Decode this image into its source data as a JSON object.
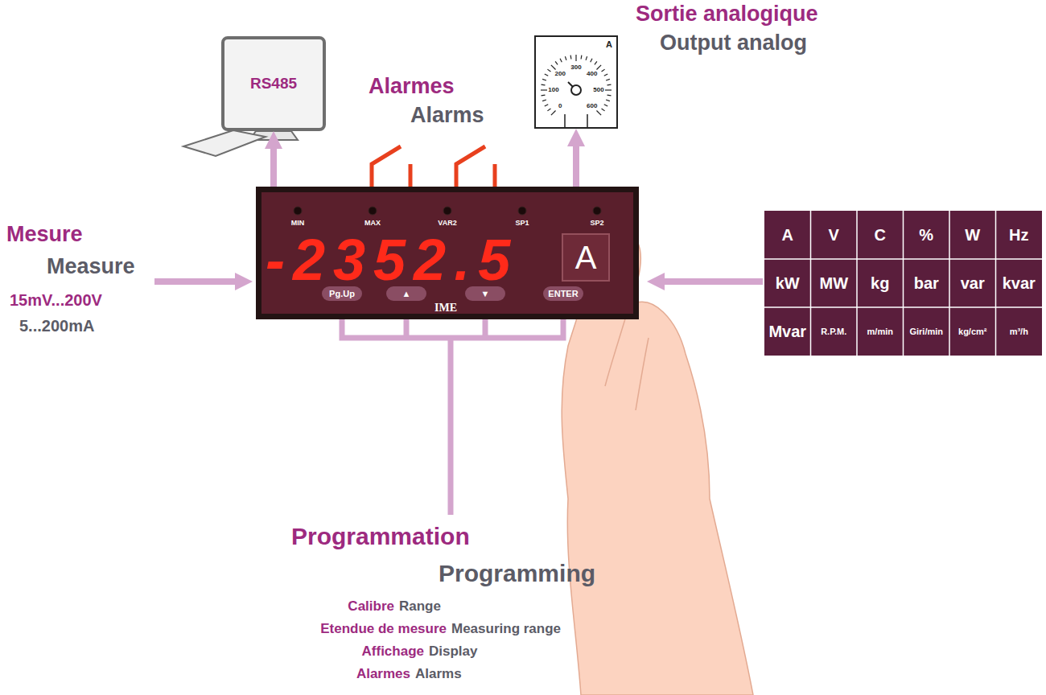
{
  "diagram": {
    "nodes": [
      {
        "text": [
          "RS485"
        ]
      },
      {
        "text": [
          "A"
        ]
      },
      {
        "text": [
          "-2352.5",
          "IME"
        ]
      },
      {
        "text": [
          "A"
        ],
        "in": 2
      },
      {
        "text": [
          "Pg.Up"
        ],
        "in": 2
      },
      {
        "text": [
          "▲"
        ],
        "in": 2
      },
      {
        "text": [
          "▼"
        ],
        "in": 2
      },
      {
        "text": [
          "ENTER"
        ],
        "in": 2
      }
    ],
    "edges": [
      {
        "from": 2,
        "to": 0,
        "arrow": "to"
      },
      {
        "from": 2,
        "to": 1,
        "arrow": "to"
      }
    ],
    "labels": [
      "Alarmes",
      "Alarms",
      "Sortie analogique",
      "Output analog",
      "Mesure",
      "Measure",
      "15mV...200V",
      "5...200mA",
      "MIN",
      "MAX",
      "VAR2",
      "SP1",
      "SP2",
      "0",
      "100",
      "200",
      "300",
      "400",
      "500",
      "600",
      "A",
      "V",
      "C",
      "%",
      "W",
      "Hz",
      "kW",
      "MW",
      "kg",
      "bar",
      "var",
      "kvar",
      "Mvar",
      "R.P.M.",
      "m/min",
      "Giri/min",
      "kg/cm²",
      "m³/h",
      "Programmation",
      "Programming",
      "Calibre",
      "Range",
      "Etendue de mesure",
      "Measuring range",
      "Affichage",
      "Display",
      "Alarmes",
      "Alarms"
    ]
  }
}
